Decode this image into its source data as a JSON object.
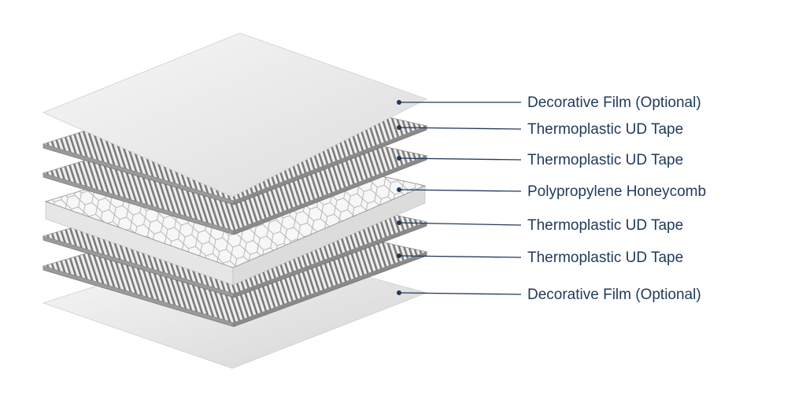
{
  "layers": [
    {
      "label": "Decorative Film (Optional)",
      "material": "film"
    },
    {
      "label": "Thermoplastic UD Tape",
      "material": "ud-tape"
    },
    {
      "label": "Thermoplastic UD Tape",
      "material": "ud-tape"
    },
    {
      "label": "Polypropylene Honeycomb",
      "material": "honeycomb"
    },
    {
      "label": "Thermoplastic UD Tape",
      "material": "ud-tape"
    },
    {
      "label": "Thermoplastic UD Tape",
      "material": "ud-tape"
    },
    {
      "label": "Decorative Film (Optional)",
      "material": "film"
    }
  ],
  "colors": {
    "label_text": "#1f3a5a",
    "leader_line": "#1f3a5a",
    "film_top": "#f4f4f4",
    "film_bottom": "#d8d8d8",
    "tape_light": "#eeeeee",
    "tape_dark": "#6f6f6f",
    "honeycomb_fill": "#f7f7f7",
    "honeycomb_stroke": "#b8b8b8"
  }
}
